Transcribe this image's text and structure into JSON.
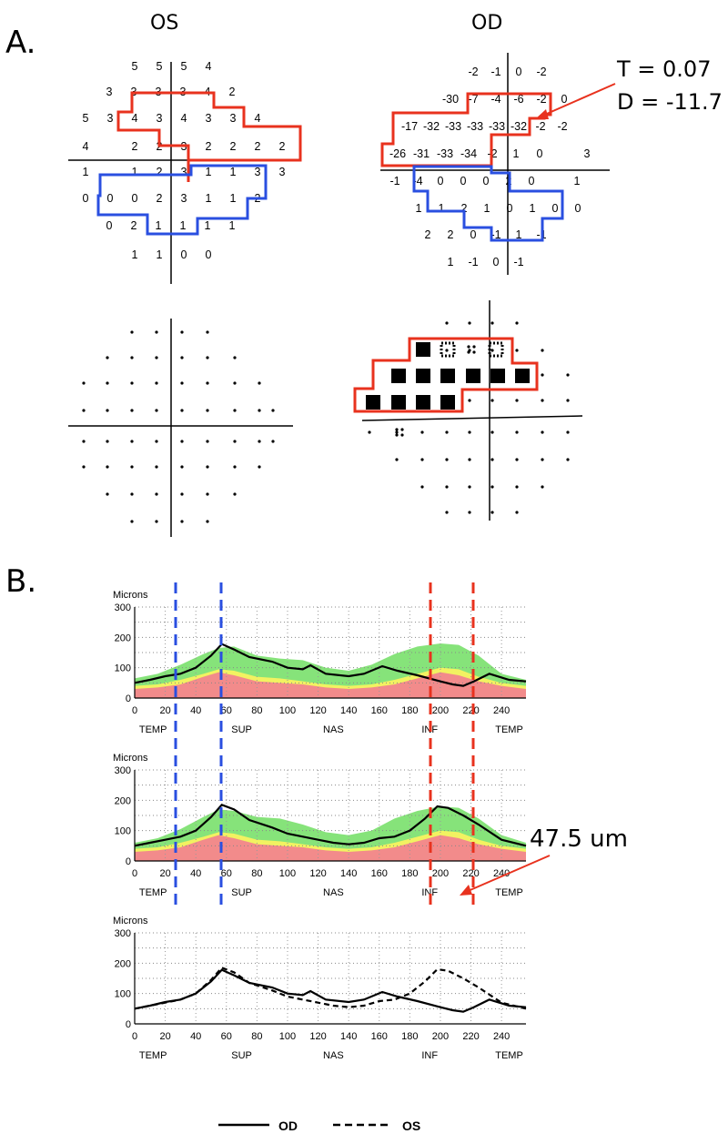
{
  "panel_a": {
    "label": "A.",
    "os_title": "OS",
    "od_title": "OD",
    "annotation_t": "T = 0.07",
    "annotation_d": "D = -11.7",
    "os_rows": [
      [
        "5",
        "5",
        "5",
        "4"
      ],
      [
        "3",
        "3",
        "3",
        "3",
        "4",
        "2"
      ],
      [
        "5",
        "3",
        "4",
        "3",
        "4",
        "3",
        "3",
        "4"
      ],
      [
        "4",
        "",
        "2",
        "2",
        "3",
        "2",
        "2",
        "2",
        "2"
      ],
      [
        "1",
        "",
        "1",
        "2",
        "3",
        "1",
        "1",
        "3",
        "3"
      ],
      [
        "0",
        "0",
        "0",
        "2",
        "3",
        "1",
        "1",
        "2"
      ],
      [
        "0",
        "2",
        "1",
        "1",
        "1",
        "1"
      ],
      [
        "1",
        "1",
        "0",
        "0"
      ]
    ],
    "od_rows": [
      [
        "-2",
        "-1",
        "0",
        "-2"
      ],
      [
        "-30",
        "-7",
        "-4",
        "-6",
        "-2",
        "0"
      ],
      [
        "-17",
        "-32",
        "-33",
        "-33",
        "-33",
        "-32",
        "-2",
        "-2"
      ],
      [
        "-26",
        "-31",
        "-33",
        "-34",
        "-2",
        "1",
        "0",
        "",
        "3"
      ],
      [
        "-1",
        "-4",
        "0",
        "0",
        "0",
        "2",
        "0",
        "",
        "1"
      ],
      [
        "1",
        "1",
        "2",
        "1",
        "0",
        "1",
        "0",
        "0"
      ],
      [
        "2",
        "2",
        "0",
        "-1",
        "1",
        "-1"
      ],
      [
        "1",
        "-1",
        "0",
        "-1"
      ]
    ]
  },
  "panel_b": {
    "label": "B.",
    "annotation": "47.5 um",
    "legend": [
      {
        "name": "OD",
        "style": "solid"
      },
      {
        "name": "OS",
        "style": "dashed"
      }
    ]
  },
  "chart_data": [
    {
      "type": "area",
      "ylabel": "Microns",
      "ylim": [
        0,
        300
      ],
      "xlim": [
        0,
        256
      ],
      "x_ticks": [
        0,
        20,
        40,
        60,
        80,
        100,
        120,
        140,
        160,
        180,
        200,
        220,
        240
      ],
      "y_ticks": [
        0,
        100,
        200,
        300
      ],
      "sector_labels": [
        "TEMP",
        "SUP",
        "NAS",
        "INF",
        "TEMP"
      ],
      "grid": true,
      "band_x": [
        0,
        15,
        30,
        45,
        55,
        65,
        80,
        95,
        110,
        125,
        140,
        155,
        170,
        185,
        200,
        212,
        225,
        240,
        256
      ],
      "band_green": [
        65,
        80,
        110,
        145,
        165,
        170,
        140,
        130,
        125,
        100,
        90,
        110,
        145,
        170,
        180,
        175,
        140,
        80,
        60
      ],
      "band_yellow": [
        40,
        45,
        60,
        80,
        95,
        90,
        70,
        65,
        55,
        45,
        40,
        45,
        60,
        80,
        100,
        95,
        70,
        50,
        40
      ],
      "band_red": [
        30,
        35,
        45,
        70,
        85,
        75,
        55,
        50,
        45,
        35,
        30,
        35,
        45,
        65,
        85,
        75,
        55,
        40,
        30
      ],
      "series": [
        {
          "name": "OD",
          "x": [
            0,
            10,
            20,
            30,
            40,
            50,
            57,
            65,
            75,
            90,
            100,
            110,
            115,
            125,
            140,
            150,
            162,
            172,
            185,
            200,
            208,
            215,
            222,
            232,
            245,
            256
          ],
          "values": [
            50,
            60,
            72,
            80,
            100,
            140,
            178,
            160,
            135,
            120,
            100,
            95,
            108,
            80,
            72,
            80,
            105,
            90,
            75,
            55,
            45,
            40,
            55,
            80,
            60,
            55
          ]
        }
      ]
    },
    {
      "type": "area",
      "ylabel": "Microns",
      "ylim": [
        0,
        300
      ],
      "xlim": [
        0,
        256
      ],
      "x_ticks": [
        0,
        20,
        40,
        60,
        80,
        100,
        120,
        140,
        160,
        180,
        200,
        220,
        240
      ],
      "y_ticks": [
        0,
        100,
        200,
        300
      ],
      "sector_labels": [
        "TEMP",
        "SUP",
        "NAS",
        "INF",
        "TEMP"
      ],
      "grid": true,
      "band_x": [
        0,
        15,
        30,
        45,
        55,
        65,
        80,
        95,
        110,
        125,
        140,
        155,
        170,
        185,
        200,
        212,
        225,
        240,
        256
      ],
      "band_green": [
        60,
        75,
        105,
        145,
        170,
        165,
        145,
        140,
        120,
        95,
        85,
        100,
        140,
        165,
        180,
        175,
        140,
        85,
        60
      ],
      "band_yellow": [
        40,
        45,
        60,
        80,
        95,
        90,
        70,
        65,
        55,
        45,
        40,
        45,
        60,
        80,
        100,
        95,
        70,
        50,
        40
      ],
      "band_red": [
        30,
        35,
        45,
        70,
        85,
        75,
        55,
        50,
        45,
        35,
        30,
        35,
        45,
        65,
        85,
        75,
        55,
        40,
        30
      ],
      "series": [
        {
          "name": "OS",
          "x": [
            0,
            10,
            20,
            30,
            40,
            50,
            57,
            65,
            75,
            90,
            100,
            110,
            120,
            130,
            140,
            150,
            160,
            170,
            180,
            190,
            198,
            205,
            215,
            225,
            240,
            256
          ],
          "values": [
            50,
            60,
            70,
            80,
            100,
            145,
            185,
            170,
            135,
            110,
            90,
            80,
            70,
            60,
            55,
            60,
            75,
            80,
            100,
            140,
            180,
            175,
            150,
            120,
            70,
            50
          ]
        }
      ]
    },
    {
      "type": "line",
      "ylabel": "Microns",
      "ylim": [
        0,
        300
      ],
      "xlim": [
        0,
        256
      ],
      "x_ticks": [
        0,
        20,
        40,
        60,
        80,
        100,
        120,
        140,
        160,
        180,
        200,
        220,
        240
      ],
      "y_ticks": [
        0,
        100,
        200,
        300
      ],
      "sector_labels": [
        "TEMP",
        "SUP",
        "NAS",
        "INF",
        "TEMP"
      ],
      "grid": true,
      "series": [
        {
          "name": "OD",
          "style": "solid",
          "x": [
            0,
            10,
            20,
            30,
            40,
            50,
            57,
            65,
            75,
            90,
            100,
            110,
            115,
            125,
            140,
            150,
            162,
            172,
            185,
            200,
            208,
            215,
            222,
            232,
            245,
            256
          ],
          "values": [
            50,
            60,
            72,
            80,
            100,
            140,
            178,
            160,
            135,
            120,
            100,
            95,
            108,
            80,
            72,
            80,
            105,
            90,
            75,
            55,
            45,
            40,
            55,
            80,
            60,
            55
          ]
        },
        {
          "name": "OS",
          "style": "dashed",
          "x": [
            0,
            10,
            20,
            30,
            40,
            50,
            57,
            65,
            75,
            90,
            100,
            110,
            120,
            130,
            140,
            150,
            160,
            170,
            180,
            190,
            198,
            205,
            215,
            225,
            240,
            256
          ],
          "values": [
            50,
            60,
            70,
            80,
            100,
            145,
            185,
            170,
            135,
            110,
            90,
            80,
            70,
            60,
            55,
            60,
            75,
            80,
            100,
            140,
            180,
            175,
            150,
            120,
            70,
            50
          ]
        }
      ]
    }
  ]
}
